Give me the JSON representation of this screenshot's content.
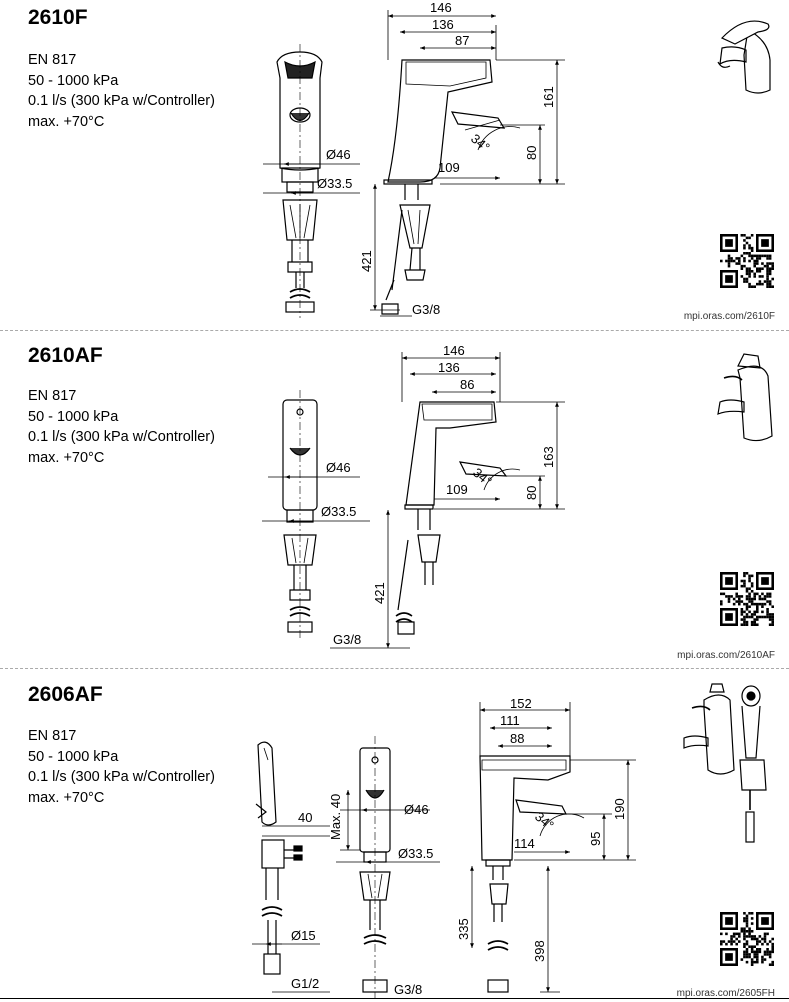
{
  "sections": [
    {
      "model": "2610F",
      "specs": [
        "EN 817",
        "50 - 1000 kPa",
        "0.1 l/s (300 kPa w/Controller)",
        "max. +70°C"
      ],
      "url": "mpi.oras.com/2610F",
      "dims": {
        "w146": "146",
        "w136": "136",
        "w87": "87",
        "h161": "161",
        "h80": "80",
        "d109": "109",
        "a34": "34°",
        "dia46": "Ø46",
        "dia335": "Ø33.5",
        "h421": "421",
        "g38": "G3/8"
      }
    },
    {
      "model": "2610AF",
      "specs": [
        "EN 817",
        "50 - 1000 kPa",
        "0.1 l/s (300 kPa w/Controller)",
        "max. +70°C"
      ],
      "url": "mpi.oras.com/2610AF",
      "dims": {
        "w146": "146",
        "w136": "136",
        "w86": "86",
        "h163": "163",
        "h80": "80",
        "d109": "109",
        "a34": "34°",
        "dia46": "Ø46",
        "dia335": "Ø33.5",
        "h421": "421",
        "g38": "G3/8"
      }
    },
    {
      "model": "2606AF",
      "specs": [
        "EN 817",
        "50 - 1000 kPa",
        "0.1 l/s (300 kPa w/Controller)",
        "max. +70°C"
      ],
      "url": "mpi.oras.com/2605FH",
      "dims": {
        "w152": "152",
        "w111": "111",
        "w88": "88",
        "h190": "190",
        "h95": "95",
        "d114": "114",
        "a34": "34°",
        "dia46": "Ø46",
        "dia335": "Ø33.5",
        "h335": "335",
        "h398": "398",
        "max40": "Max. 40",
        "d40": "40",
        "dia15": "Ø15",
        "g12": "G1/2",
        "g38": "G3/8"
      }
    }
  ]
}
